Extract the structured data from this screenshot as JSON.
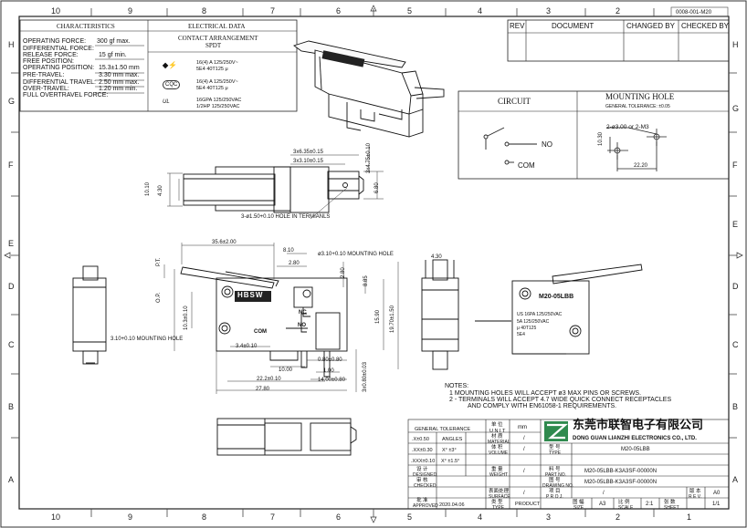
{
  "drawing_no_corner": "0008-001-M20",
  "columns": [
    "10",
    "9",
    "8",
    "7",
    "6",
    "5",
    "4",
    "3",
    "2",
    "1"
  ],
  "rows": [
    "H",
    "G",
    "F",
    "E",
    "D",
    "C",
    "B",
    "A"
  ],
  "characteristics": {
    "header_left": "CHARACTERISTICS",
    "header_right": "ELECTRICAL DATA",
    "items": [
      {
        "label": "OPERATING FORCE:",
        "value": "300  gf  max."
      },
      {
        "label": "DIFFERENTIAL FORCE:",
        "value": ""
      },
      {
        "label": "RELEASE FORCE:",
        "value": "15  gf  min."
      },
      {
        "label": "FREE POSITION:",
        "value": ""
      },
      {
        "label": "OPERATING POSITION:",
        "value": "15.3±1.50  mm"
      },
      {
        "label": "PRE-TRAVEL:",
        "value": "3.30  mm  max."
      },
      {
        "label": "DIFFERENTIAL TRAVEL:",
        "value": "2.50  mm  max."
      },
      {
        "label": "OVER-TRAVEL:",
        "value": "1.20  mm  min."
      },
      {
        "label": "FULL OVERTRAVEL FORCE:",
        "value": ""
      }
    ],
    "contact_arrangement": "CONTACT ARRANGEMENT",
    "spdt": "SPDT",
    "ratings": [
      {
        "mark": "ENEC",
        "line1": "16(4) A 125/250V~",
        "line2": "5E4 40T125 μ"
      },
      {
        "mark": "CQC",
        "line1": "16(4) A 125/250V~",
        "line2": "5E4 40T125 μ"
      },
      {
        "mark": "UL",
        "line1": "16GPA 125/250VAC",
        "line2": "1/2HP 125/250VAC"
      }
    ]
  },
  "revision_table": {
    "headers": [
      "REV",
      "DOCUMENT",
      "CHANGED BY",
      "CHECKED BY"
    ]
  },
  "circuit": {
    "title": "CIRCUIT",
    "no": "NO",
    "com": "COM"
  },
  "mounting_hole": {
    "title": "MOUNTING HOLE",
    "tolerance": "GENERAL TOLERANCE: ±0.05",
    "hole_note": "2-ø3.00 or 2-M3",
    "dim_v": "10.30",
    "dim_h": "22.20"
  },
  "top_view": {
    "d1": "3x6.35±0.15",
    "d2": "3x3.10±0.15",
    "d3": "3x4.75±0.10",
    "d4": "10.10",
    "d5": "4.30",
    "d6": "6.80",
    "note": "3-ø1.50+0.10 HOLE IN TERMIANLS"
  },
  "front_view": {
    "d_width": "35.6±2.00",
    "d_8_10": "8.10",
    "d_2_80": "2.80",
    "d_2_80v": "2.80",
    "mount_hole_top": "ø3.10+0.10 MOUNTING HOLE",
    "d_8_85": "8.85",
    "d_15_90": "15.90",
    "d_19_70": "19.70±1.50",
    "pt": "P.T.",
    "op": "O.P.",
    "d_10_3": "10.3±0.10",
    "mount_hole_left": "3.10+0.10 MOUNTING HOLE",
    "d_3_4": "3.4±0.10",
    "d_10": "10.00",
    "d_0_80": "0.80±0.80",
    "d_1_00": "1.00",
    "d_14_00": "14.00±0.80",
    "d_22_2": "22.2±0.10",
    "d_27_80": "27.80",
    "d_3x0_80": "3x0.80±0.03",
    "brand": "HBSW",
    "nc": "NC",
    "no": "NO",
    "com": "COM"
  },
  "side_view": {
    "d_4_30": "4.30"
  },
  "label_view": {
    "model": "M20-05LBB",
    "l1": "US 16PA 125/250VAC",
    "l2": "5A 125/250VAC",
    "l3": "μ  40T125",
    "l4": "5E4"
  },
  "notes": {
    "title": "NOTES:",
    "n1": "1    MOUNTING HOLES WILL ACCEPT ø3 MAX PINS OR SCREWS.",
    "n2": "2 - TERMINALS WILL ACCEPT 4.7 WIDE QUICK CONNECT RECEPTACLES",
    "n3": "AND COMPLY WITH EN61058-1 REQUIREMENTS."
  },
  "title_block": {
    "general_tolerance": "GENERAL TOLERANCE",
    "unit_cn": "单 位",
    "unit_en": "U N I T",
    "unit_val": "mm",
    "company_cn": "东莞市联智电子有限公司",
    "company_en": "DONG GUAN LIANZHI ELECTRONICS CO., LTD.",
    "tol_rows": [
      {
        "a": ".X±0.50",
        "b": "ANGLES"
      },
      {
        "a": ".XX±0.30",
        "b": "X° ±3°"
      },
      {
        "a": ".XXX±0.10",
        "b": "X° ±1.5°"
      }
    ],
    "material_cn": "材 质",
    "material_en": "MATERIAL",
    "material_val": "/",
    "volume_cn": "体 积",
    "volume_en": "VOLUME",
    "volume_val": "/",
    "weight_cn": "重 量",
    "weight_en": "WEIGHT",
    "weight_val": "/",
    "surface_cn": "表面处理",
    "surface_en": "SURFACE",
    "surface_val": "/",
    "type_cn": "类 型",
    "type_en": "TYPE",
    "type_val": "PRODUCT",
    "design_cn": "设 计",
    "design_en": "DESIGNED",
    "check_cn": "审 核",
    "check_en": "CHECKED",
    "approve_cn": "批 准",
    "approve_en": "APPROVED",
    "date": "2020.04.06",
    "model_cn": "型 号",
    "model_en": "TYPE",
    "model_val": "M20-05LBB",
    "partno_cn": "料 号",
    "partno_en": "PART NO.",
    "partno_val": "M20-05LBB-K3A3SF-00000N",
    "drawing_cn": "图 号",
    "drawing_en": "DRAWING NO.",
    "drawing_val": "M20-05LBB-K3A3SF-00000N",
    "project_cn": "项 目",
    "project_en": "P R O J.",
    "project_val": "/",
    "size_cn": "图 幅",
    "size_en": "SIZE",
    "size_val": "A3",
    "scale_cn": "比 例",
    "scale_en": "SCALE",
    "scale_val": "2:1",
    "sheet_cn": "张 数",
    "sheet_en": "SHEET",
    "sheet_val": "1/1",
    "rev_cn": "版 本",
    "rev_en": "R E V.",
    "rev_val": "A0"
  }
}
